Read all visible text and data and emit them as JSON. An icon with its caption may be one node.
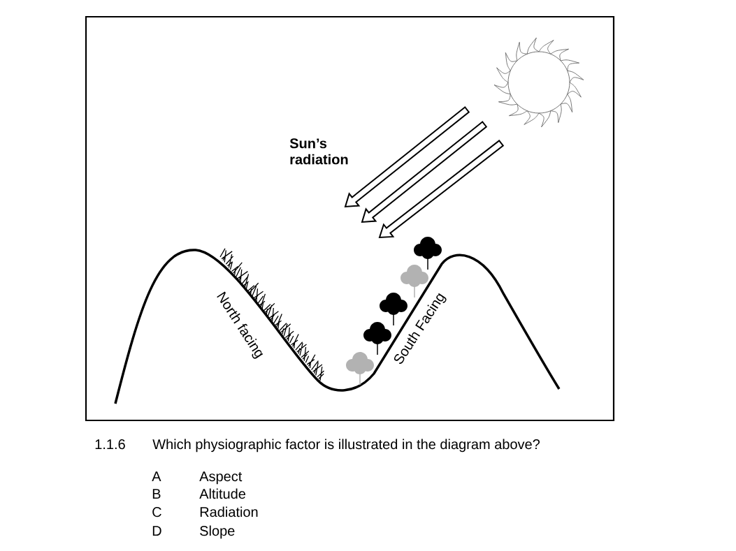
{
  "diagram": {
    "labels": [
      "Sun’s radiation",
      "North facing",
      "South Facing",
      "1.1.6",
      "Which physiographic factor is illustrated in the diagram above?",
      "A",
      "Aspect",
      "B",
      "Altitude",
      "C",
      "Radiation",
      "D",
      "Slope"
    ]
  }
}
